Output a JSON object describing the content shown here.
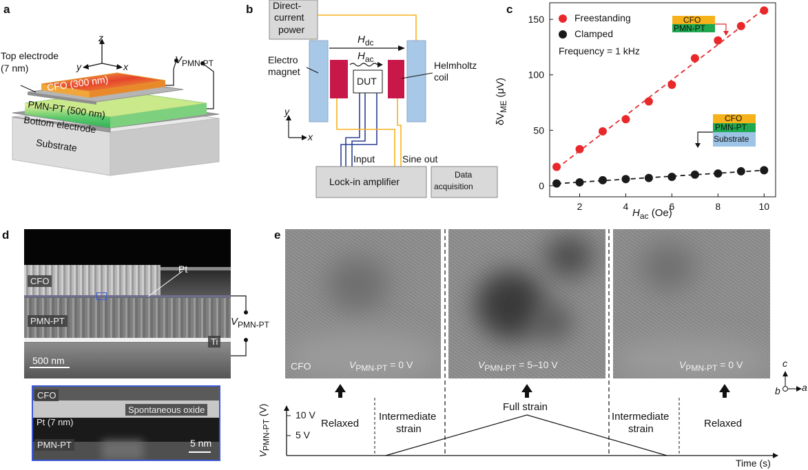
{
  "panel_labels": {
    "a": "a",
    "b": "b",
    "c": "c",
    "d": "d",
    "e": "e"
  },
  "panel_a": {
    "axis_z": "z",
    "axis_y": "y",
    "axis_x": "x",
    "top_electrode": "Top electrode",
    "top_electrode_thickness": "(7 nm)",
    "cfo_layer": "CFO (300 nm)",
    "pmnpt_layer": "PMN-PT (500 nm)",
    "bottom_electrode": "Bottom electrode",
    "substrate": "Substrate",
    "voltage_v": "V",
    "voltage_sub": "PMN-PT"
  },
  "panel_b": {
    "dc_power_line1": "Direct-",
    "dc_power_line2": "current",
    "dc_power_line3": "power",
    "electromagnet_line1": "Electro",
    "electromagnet_line2": "magnet",
    "h_dc": "H",
    "h_dc_sub": "dc",
    "h_ac": "H",
    "h_ac_sub": "ac",
    "dut": "DUT",
    "helmholtz_line1": "Helmholtz",
    "helmholtz_line2": "coil",
    "axis_y": "y",
    "axis_x": "x",
    "input": "Input",
    "sine_out": "Sine out",
    "lockin": "Lock-in amplifier",
    "daq_line1": "Data",
    "daq_line2": "acquisition"
  },
  "panel_c": {
    "legend_freestanding": "Freestanding",
    "legend_clamped": "Clamped",
    "frequency": "Frequency = 1 kHz",
    "stack1_cfo": "CFO",
    "stack1_pmnpt": "PMN-PT",
    "stack2_cfo": "CFO",
    "stack2_pmnpt": "PMN-PT",
    "stack2_substrate": "Substrate",
    "ylabel_prefix": "δV",
    "ylabel_sub": "ME",
    "ylabel_unit": " (μV)",
    "xlabel_main": "H",
    "xlabel_sub": "ac",
    "xlabel_unit": " (Oe)"
  },
  "colors": {
    "freestanding": "#e8282a",
    "clamped": "#1a1a1a",
    "cfo": "#f5b21a",
    "pmnpt": "#1fa84f",
    "substrate": "#9dc3e6",
    "magnet": "#a8c8e8",
    "coil": "#c8184a",
    "wire_orange": "#f5b21a",
    "wire_blue": "#2a3f94"
  },
  "chart_data": {
    "type": "scatter",
    "x": [
      1,
      2,
      3,
      4,
      5,
      6,
      7,
      8,
      9,
      10
    ],
    "series": [
      {
        "name": "Freestanding",
        "values": [
          17,
          33,
          49,
          60,
          76,
          91,
          115,
          131,
          144,
          158
        ]
      },
      {
        "name": "Clamped",
        "values": [
          2,
          3,
          5,
          6,
          7,
          8,
          10,
          11,
          13,
          14
        ]
      }
    ],
    "xlim": [
      0.7,
      10.5
    ],
    "ylim": [
      -10,
      165
    ],
    "xticks": [
      2,
      4,
      6,
      8,
      10
    ],
    "yticks": [
      0,
      50,
      100,
      150
    ],
    "xlabel": "Hac (Oe)",
    "ylabel": "δVME (μV)",
    "fit_lines": "dashed"
  },
  "panel_d": {
    "cfo": "CFO",
    "pt": "Pt",
    "pmnpt": "PMN-PT",
    "ti": "Ti",
    "scale": "500 nm",
    "voltage_v": "V",
    "voltage_sub": "PMN-PT",
    "inset_cfo": "CFO",
    "inset_oxide": "Spontaneous oxide",
    "inset_pt": "Pt (7 nm)",
    "inset_pmnpt": "PMN-PT",
    "inset_scale": "5 nm"
  },
  "panel_e": {
    "img1_cfo": "CFO",
    "img1_v": "V",
    "img1_vsub": "PMN-PT",
    "img1_val": " = 0 V",
    "img2_v": "V",
    "img2_vsub": "PMN-PT",
    "img2_val": " = 5–10 V",
    "img3_v": "V",
    "img3_vsub": "PMN-PT",
    "img3_val": " = 0 V",
    "axis_c": "c",
    "axis_b": "b",
    "axis_a": "a",
    "ylabel_v": "V",
    "ylabel_sub": "PMN-PT",
    "ylabel_unit": " (V)",
    "ytick_10": "10 V",
    "ytick_5": "5 V",
    "time": "Time (s)",
    "relaxed_1": "Relaxed",
    "intermediate_1_line1": "Intermediate",
    "intermediate_1_line2": "strain",
    "full_strain": "Full strain",
    "intermediate_2_line1": "Intermediate",
    "intermediate_2_line2": "strain",
    "relaxed_2": "Relaxed"
  }
}
